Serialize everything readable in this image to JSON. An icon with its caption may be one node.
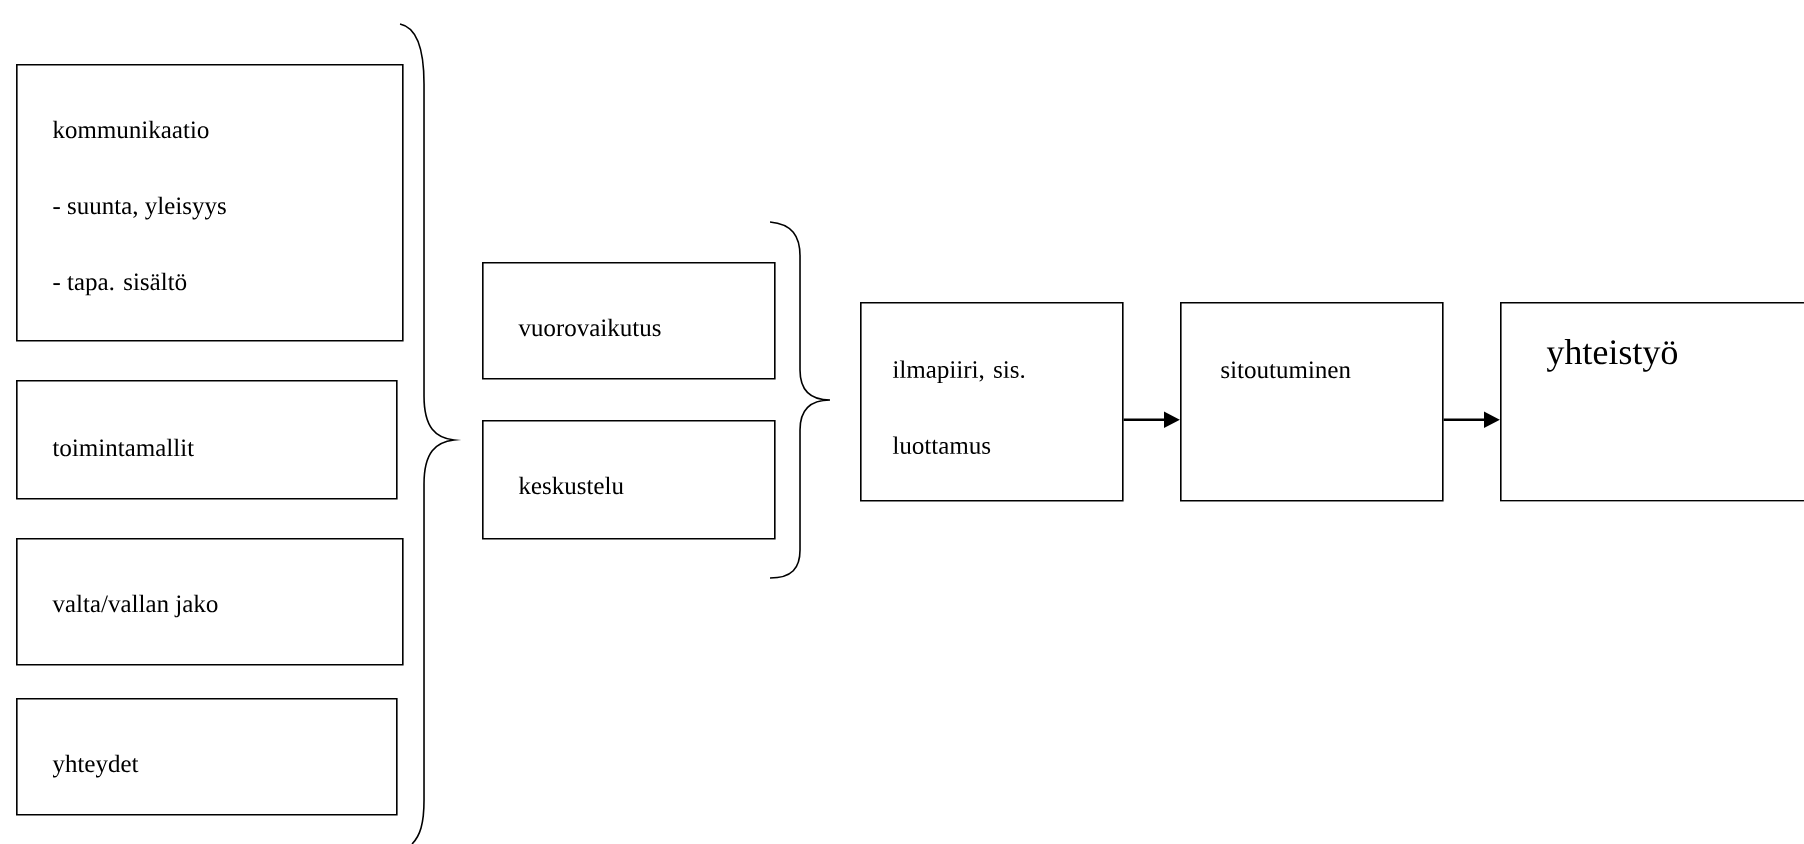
{
  "diagram": {
    "nodes": [
      {
        "text": [
          "kommunikaatio",
          "- suunta, yleisyys",
          "- tapa. sisältö"
        ]
      },
      {
        "text": [
          "toimintamallit"
        ]
      },
      {
        "text": [
          "valta/vallan jako"
        ]
      },
      {
        "text": [
          "yhteydet"
        ]
      },
      {
        "text": [
          "vuorovaikutus"
        ]
      },
      {
        "text": [
          "keskustelu"
        ]
      },
      {
        "text": [
          "ilmapiiri, sis. luottamus"
        ]
      },
      {
        "text": [
          "sitoutuminen"
        ]
      },
      {
        "text": [
          "yhteistyö"
        ]
      }
    ],
    "edges": [
      {
        "from": 6,
        "to": 7,
        "arrow": "to"
      },
      {
        "from": 7,
        "to": 8,
        "arrow": "to"
      }
    ]
  }
}
